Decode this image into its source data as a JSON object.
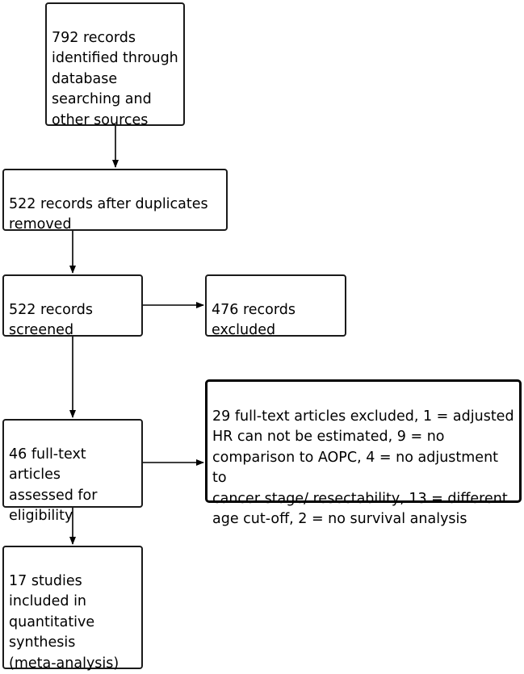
{
  "diagram": {
    "nodes": {
      "identified": "792 records\nidentified through\ndatabase\nsearching and\nother sources",
      "deduplicated": "522 records after duplicates\nremoved",
      "screened": "522 records\nscreened",
      "excluded_screening": "476 records\nexcluded",
      "fulltext_assessed": "46 full-text articles\nassessed for\neligibility",
      "fulltext_excluded": "29 full-text articles excluded, 1 = adjusted\nHR can not be estimated, 9 = no\ncomparison to AOPC, 4 = no adjustment to\ncancer stage/ resectability, 13 = different\nage cut-off, 2 = no survival analysis",
      "included": "17 studies\nincluded in\nquantitative\nsynthesis\n(meta-analysis)"
    },
    "edges": [
      {
        "from": "identified",
        "to": "deduplicated"
      },
      {
        "from": "deduplicated",
        "to": "screened"
      },
      {
        "from": "screened",
        "to": "excluded_screening"
      },
      {
        "from": "screened",
        "to": "fulltext_assessed"
      },
      {
        "from": "fulltext_assessed",
        "to": "fulltext_excluded"
      },
      {
        "from": "fulltext_assessed",
        "to": "included"
      }
    ],
    "colors": {
      "stroke": "#000000",
      "background": "#ffffff"
    }
  }
}
